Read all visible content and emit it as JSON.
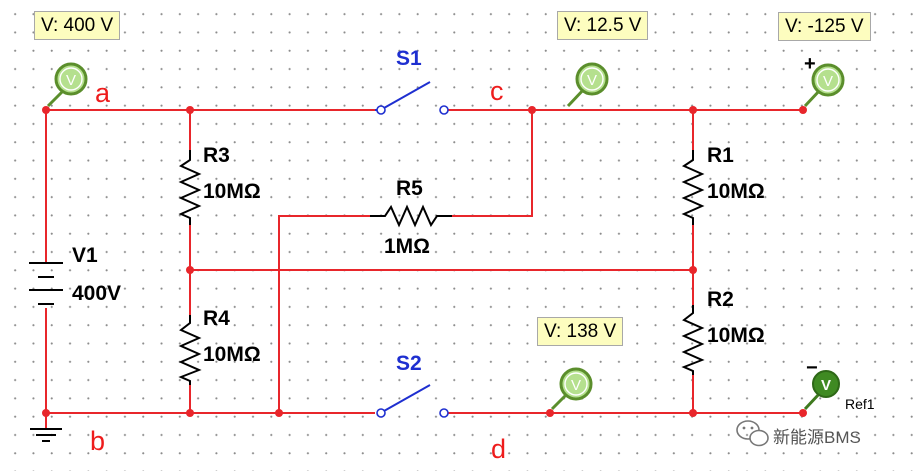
{
  "nodes": {
    "a": "a",
    "b": "b",
    "c": "c",
    "d": "d"
  },
  "source": {
    "name": "V1",
    "value": "400V"
  },
  "resistors": [
    {
      "name": "R3",
      "value": "10MΩ"
    },
    {
      "name": "R4",
      "value": "10MΩ"
    },
    {
      "name": "R5",
      "value": "1MΩ"
    },
    {
      "name": "R1",
      "value": "10MΩ"
    },
    {
      "name": "R2",
      "value": "10MΩ"
    }
  ],
  "switches": {
    "s1": "S1",
    "s2": "S2"
  },
  "probes": {
    "a": "V: 400 V",
    "c": "V: 12.5 V",
    "right": "V: -125 V",
    "d": "V: 138 V"
  },
  "probe_glyph": "V",
  "ref": "Ref1",
  "polarity": {
    "plus": "+",
    "minus": "−"
  },
  "watermark": "新能源BMS",
  "colors": {
    "wire": "#e8262b",
    "probe_body": "#b5e08e",
    "probe_ring": "#5b8e2c",
    "switch_label": "#1e2fd0",
    "label_box": "#fdfdbf"
  }
}
